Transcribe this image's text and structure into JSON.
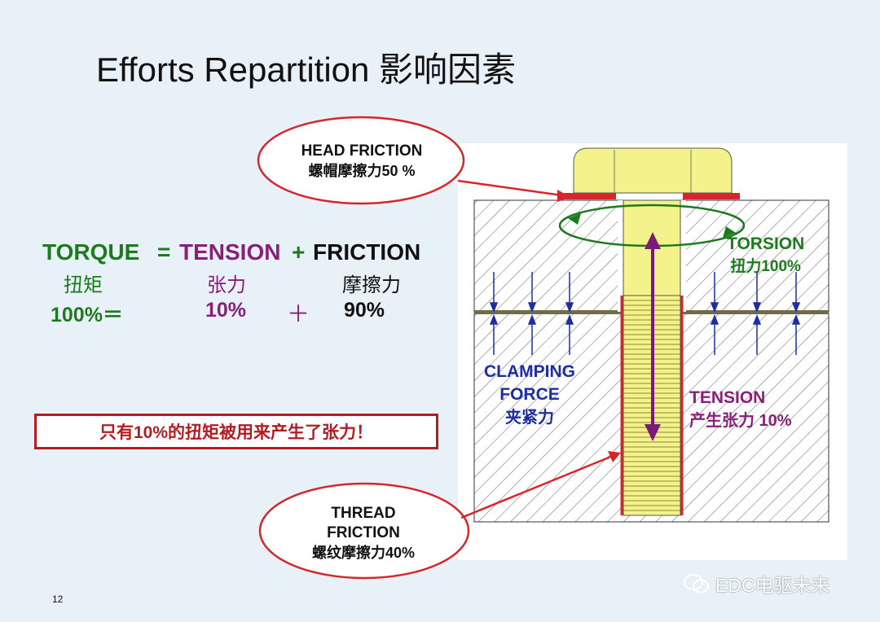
{
  "title": "Efforts Repartition 影响因素",
  "equation": {
    "torque": "TORQUE",
    "eq_plus": "= TENSION +",
    "equals": "=",
    "tension": "TENSION",
    "plus": "+",
    "friction": "FRICTION",
    "torque_cn": "扭矩",
    "tension_cn": "张力",
    "friction_cn": "摩擦力",
    "torque_pct": "100%＝",
    "tension_pct": "10%",
    "plus_cn": "＋",
    "friction_pct": "90%"
  },
  "note": "只有10%的扭矩被用来产生了张力！",
  "callouts": {
    "head_friction": {
      "line1": "HEAD FRICTION",
      "line2": "螺帽摩擦力50 %"
    },
    "thread_friction": {
      "line1": "THREAD",
      "line2": "FRICTION",
      "line3": "螺纹摩擦力40%"
    }
  },
  "diagram_labels": {
    "torsion": {
      "line1": "TORSION",
      "line2": "扭力100%"
    },
    "clamping": {
      "line1": "CLAMPING",
      "line2": "FORCE",
      "line3": "夹紧力"
    },
    "tension": {
      "line1": "TENSION",
      "line2": "产生张力 10%"
    }
  },
  "colors": {
    "red": "#d6262b",
    "green": "#1d7a1d",
    "purple": "#7b1a78",
    "blue": "#1c2ea0",
    "bolt_yellow": "#f4f28a"
  },
  "page_number": "12",
  "watermark": "EDC电驱未来"
}
